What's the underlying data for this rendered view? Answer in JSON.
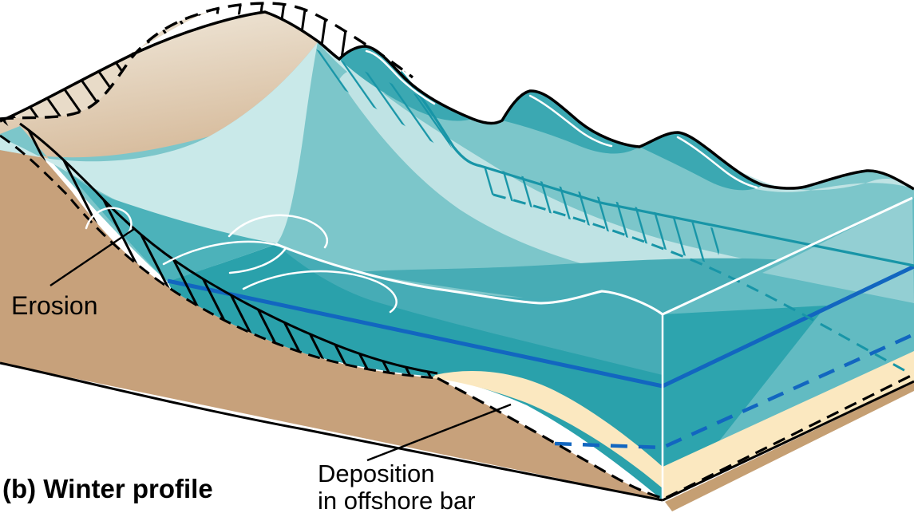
{
  "figure": {
    "caption": "(b) Winter profile",
    "labels": {
      "erosion": "Erosion",
      "deposition_line1": "Deposition",
      "deposition_line2": "in offshore bar"
    }
  },
  "colors": {
    "background": "#ffffff",
    "land_front": "#c7a17b",
    "land_bottom_sliver": "#c59f73",
    "beach_top_light": "#f2ece0",
    "beach_top_dark": "#d7bc9d",
    "swash_pale": "#c9e9e9",
    "foam_streak": "#bfe3e4",
    "water_surface": "#7cc6ca",
    "water_surface_dark": "#4cb2ba",
    "wave_face_dark": "#3ba8b2",
    "water_front_face": "#2aa1ab",
    "water_front_light": "#46acb6",
    "water_right_face": "#62bbc2",
    "water_right_light": "#93cfd3",
    "water_right_dark": "#2da4ae",
    "sand_bar": "#fbe8c0",
    "underwater_profile_teal": "#1895a7",
    "water_level_blue": "#1266c0",
    "profile_black": "#000000",
    "foam_white": "#ffffff"
  }
}
